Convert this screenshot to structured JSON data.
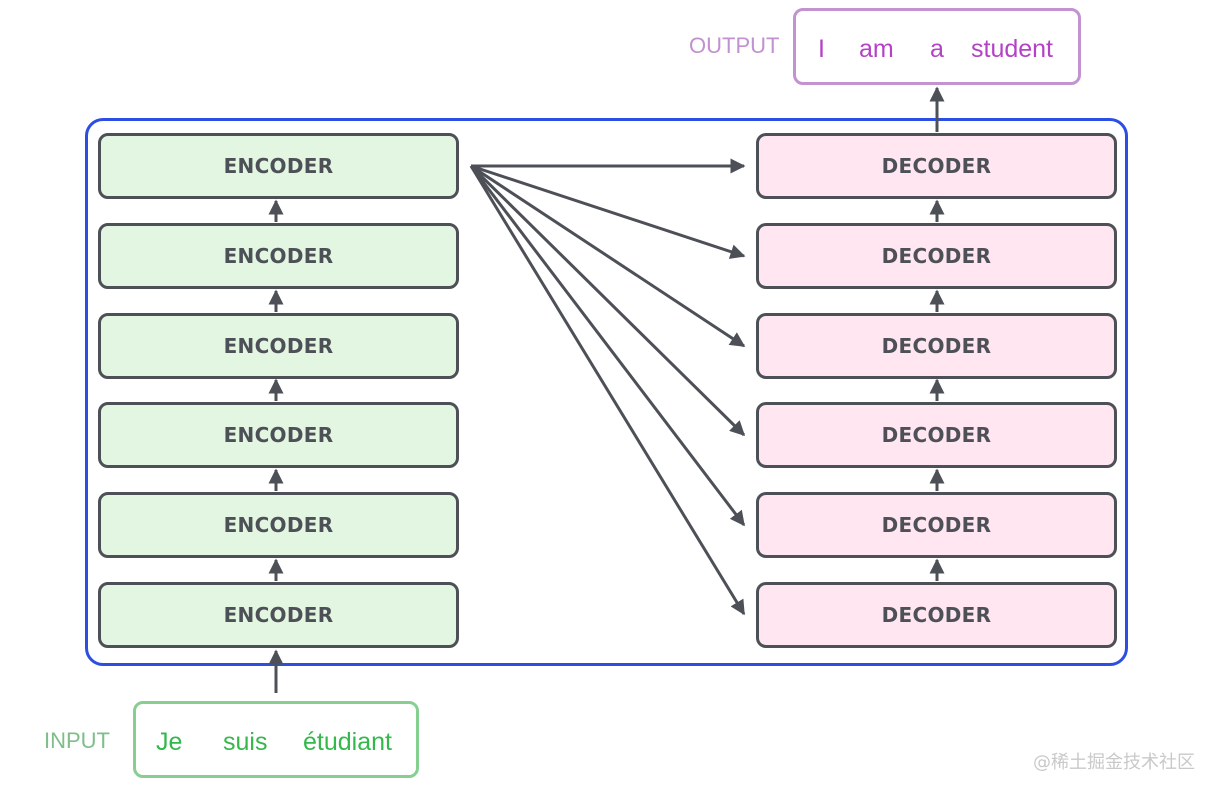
{
  "labels": {
    "input": "INPUT",
    "output": "OUTPUT"
  },
  "encoders": [
    "ENCODER",
    "ENCODER",
    "ENCODER",
    "ENCODER",
    "ENCODER",
    "ENCODER"
  ],
  "decoders": [
    "DECODER",
    "DECODER",
    "DECODER",
    "DECODER",
    "DECODER",
    "DECODER"
  ],
  "input_tokens": [
    "Je",
    "suis",
    "étudiant"
  ],
  "output_tokens": [
    "I",
    "am",
    "a",
    "student"
  ],
  "watermark": "@稀土掘金技术社区",
  "colors": {
    "frame": "#2d4ee3",
    "encoder_fill": "#e3f6e2",
    "decoder_fill": "#ffe6f0",
    "block_border": "#4d5157",
    "input_text": "#34b84c",
    "output_text": "#b343c4"
  }
}
